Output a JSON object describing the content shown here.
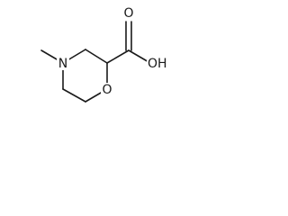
{
  "molecule": {
    "atoms": {
      "nitrogen": "N",
      "oxygen_ring": "O",
      "oxygen_carbonyl": "O",
      "hydroxyl": "OH"
    }
  }
}
